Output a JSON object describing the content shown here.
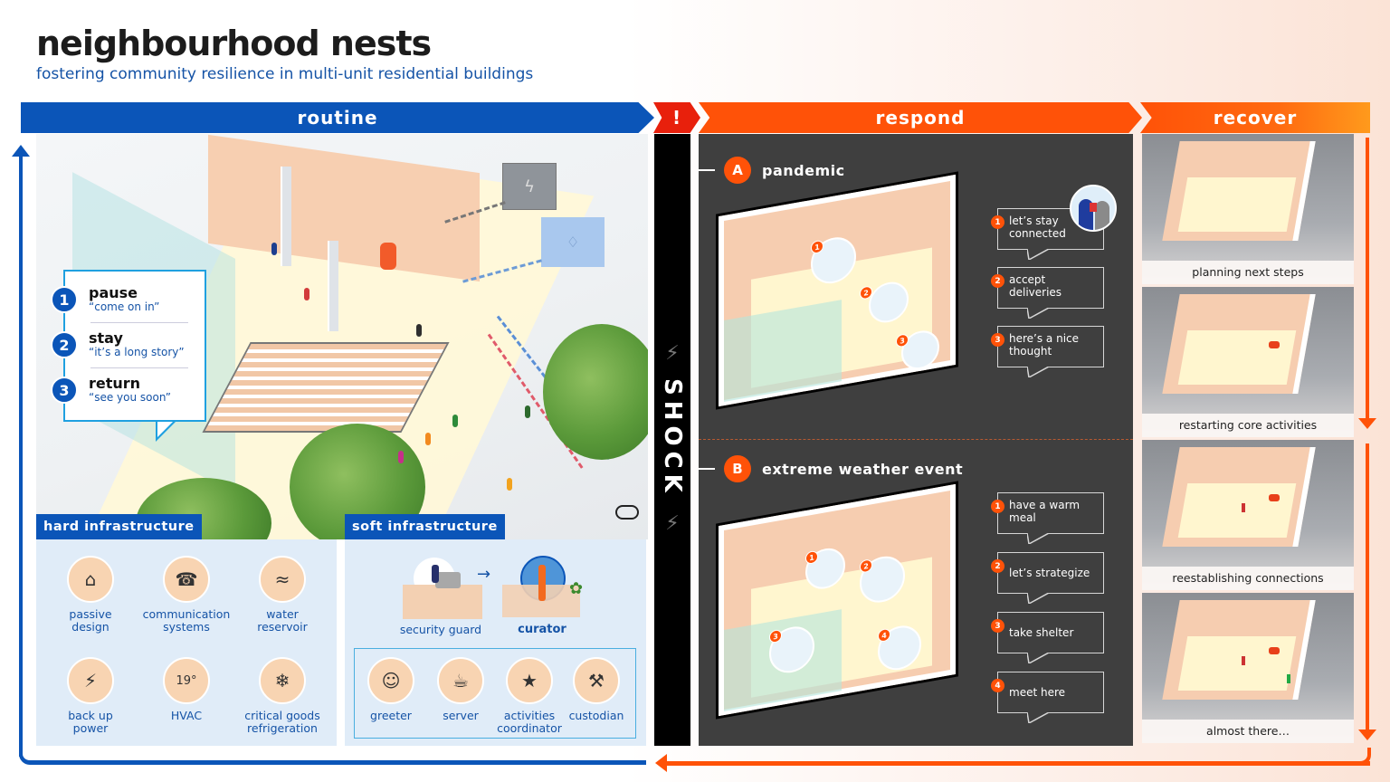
{
  "header": {
    "title": "neighbourhood nests",
    "subtitle": "fostering community resilience in multi-unit residential buildings"
  },
  "phases": {
    "routine": "routine",
    "shock_marker": "!",
    "respond": "respond",
    "recover": "recover"
  },
  "routine": {
    "stay_flow": [
      {
        "num": "1",
        "title": "pause",
        "quote": "“come on in”"
      },
      {
        "num": "2",
        "title": "stay",
        "quote": "“it’s a long story”"
      },
      {
        "num": "3",
        "title": "return",
        "quote": "“see you soon”"
      }
    ],
    "utility_icons": {
      "power": "ϟ",
      "water": "♢"
    }
  },
  "hard_infrastructure": {
    "label": "hard infrastructure",
    "items": [
      {
        "label1": "passive",
        "label2": "design",
        "icon": "⌂"
      },
      {
        "label1": "communication",
        "label2": "systems",
        "icon": "☎"
      },
      {
        "label1": "water",
        "label2": "reservoir",
        "icon": "≈"
      },
      {
        "label1": "back up",
        "label2": "power",
        "icon": "⚡"
      },
      {
        "label1": "HVAC",
        "label2": "",
        "icon": "19°"
      },
      {
        "label1": "critical goods",
        "label2": "refrigeration",
        "icon": "❄"
      }
    ]
  },
  "soft_infrastructure": {
    "label": "soft infrastructure",
    "transition": {
      "from": "security guard",
      "to": "curator",
      "arrow": "→"
    },
    "roles": [
      {
        "label1": "greeter",
        "label2": "",
        "icon": "☺"
      },
      {
        "label1": "server",
        "label2": "",
        "icon": "☕"
      },
      {
        "label1": "activities",
        "label2": "coordinator",
        "icon": "★"
      },
      {
        "label1": "custodian",
        "label2": "",
        "icon": "⚒"
      }
    ]
  },
  "shock": {
    "label": "SHOCK",
    "bolt": "⚡"
  },
  "respond": {
    "scenarios": [
      {
        "letter": "A",
        "title": "pandemic",
        "actions": [
          {
            "num": "1",
            "text": "let’s stay connected"
          },
          {
            "num": "2",
            "text": "accept deliveries"
          },
          {
            "num": "3",
            "text": "here’s a nice thought"
          }
        ]
      },
      {
        "letter": "B",
        "title": "extreme weather event",
        "actions": [
          {
            "num": "1",
            "text": "have a warm meal"
          },
          {
            "num": "2",
            "text": "let’s strategize"
          },
          {
            "num": "3",
            "text": "take shelter"
          },
          {
            "num": "4",
            "text": "meet here"
          }
        ]
      }
    ]
  },
  "recover": {
    "stages": [
      {
        "label": "planning next steps"
      },
      {
        "label": "restarting core activities"
      },
      {
        "label": "reestablishing connections"
      },
      {
        "label": "almost there…"
      }
    ]
  },
  "colors": {
    "routine_blue": "#0b55b8",
    "shock_red": "#e8200c",
    "respond_orange": "#ff5208",
    "respond_panel": "#3f3f3f",
    "soft_panel": "#e0ecf8",
    "peach": "#f8d4b2"
  }
}
